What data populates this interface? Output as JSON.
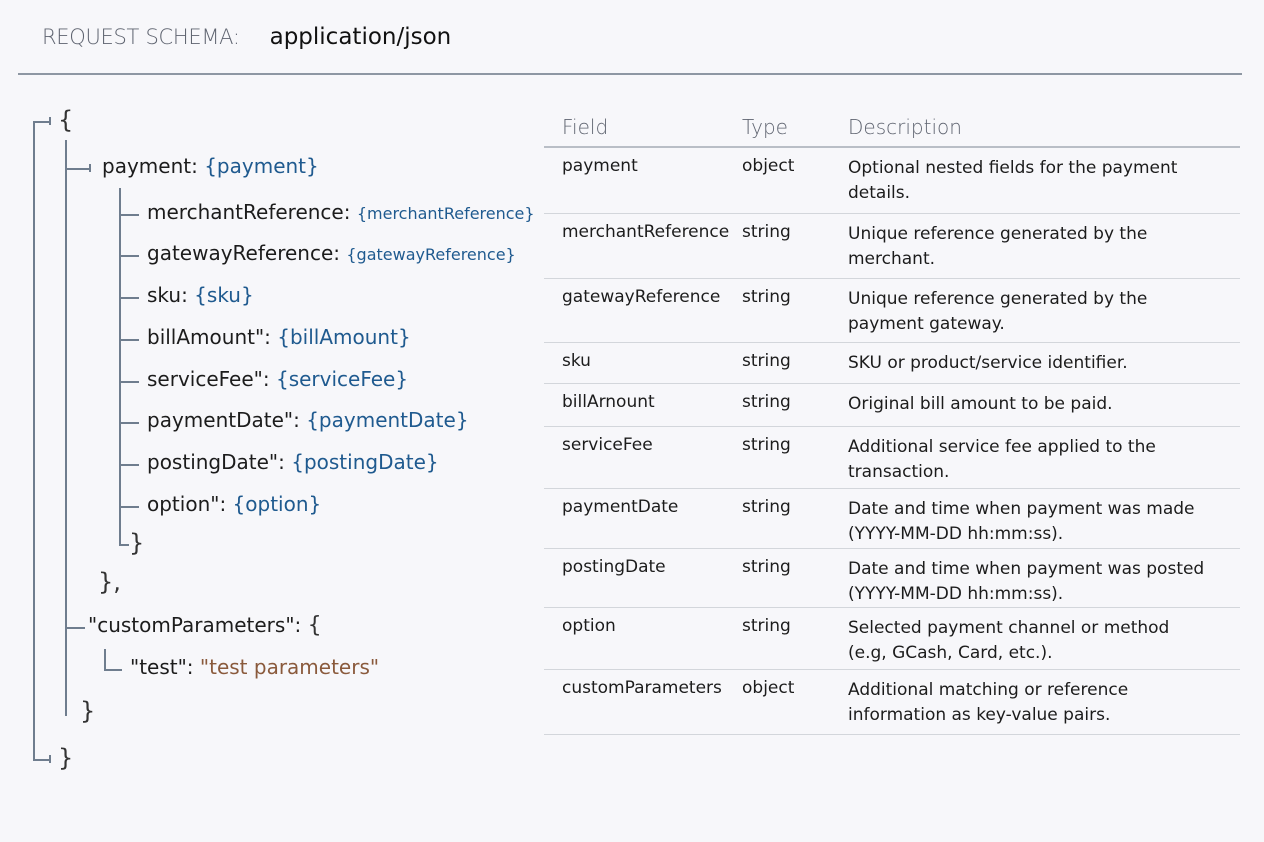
{
  "header": {
    "label": "REQUEST SCHEMA:",
    "content_type": "application/json"
  },
  "colors": {
    "placeholder_blue": "#1f5a8f",
    "string_brown": "#8a5a3c",
    "tree_line": "#6f7d8e"
  },
  "tree": {
    "open_root": "{",
    "payment_key": "payment:",
    "payment_val": "{payment}",
    "children": [
      {
        "key": "merchantReference:",
        "val": "{merchantReference}"
      },
      {
        "key": "gatewayReference:",
        "val": "{gatewayReference}"
      },
      {
        "key": "sku:",
        "val": "{sku}"
      },
      {
        "key": "billAmount\":",
        "val": "{billAmount}"
      },
      {
        "key": "serviceFee\":",
        "val": "{serviceFee}"
      },
      {
        "key": "paymentDate\":",
        "val": "{paymentDate}"
      },
      {
        "key": "postingDate\":",
        "val": "{postingDate}"
      },
      {
        "key": "option\":",
        "val": "{option}"
      }
    ],
    "close_payment_inner": "}",
    "close_payment": "},",
    "custom_key": "\"customParameters\":",
    "custom_open": "{",
    "test_key": "\"test\":",
    "test_val": "\"test parameters\"",
    "close_custom": "}",
    "close_root": "}"
  },
  "table": {
    "headers": {
      "field": "Field",
      "type": "Type",
      "description": "Description"
    },
    "rows": [
      {
        "field": "payment",
        "type": "object",
        "description": "Optional nested fields for the payment details."
      },
      {
        "field": "merchantReference",
        "type": "string",
        "description": "Unique reference generated by the merchant."
      },
      {
        "field": "gatewayReference",
        "type": "string",
        "description": "Unique reference generated by the payment gateway."
      },
      {
        "field": "sku",
        "type": "string",
        "description": "SKU or product/service identifier."
      },
      {
        "field": "billArnount",
        "type": "string",
        "description": "Original bill amount to be paid."
      },
      {
        "field": "serviceFee",
        "type": "string",
        "description": "Additional service fee applied to the transaction."
      },
      {
        "field": "paymentDate",
        "type": "string",
        "description": "Date and time when payment was made (YYYY-MM-DD hh:mm:ss)."
      },
      {
        "field": "postingDate",
        "type": "string",
        "description": "Date and time when payment was posted (YYYY-MM-DD hh:mm:ss)."
      },
      {
        "field": "option",
        "type": "string",
        "description": "Selected payment channel or method (e.g, GCash, Card, etc.)."
      },
      {
        "field": "customParameters",
        "type": "object",
        "description": "Additional matching or reference information as key-value pairs."
      }
    ]
  }
}
